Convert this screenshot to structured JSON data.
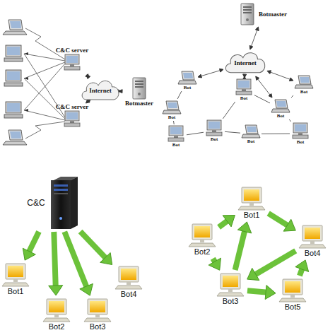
{
  "diagram": {
    "nodes": [
      {
        "text": [
          "C&C server"
        ]
      },
      {
        "text": [
          "C&C server"
        ]
      },
      {
        "text": [
          "Internet"
        ]
      },
      {
        "text": [
          "Botmaster"
        ]
      },
      {
        "text": [
          "Botmaster"
        ]
      },
      {
        "text": [
          "Internet"
        ]
      },
      {
        "text": [
          "Bot"
        ]
      },
      {
        "text": [
          "Bot"
        ]
      },
      {
        "text": [
          "Bot"
        ]
      },
      {
        "text": [
          "Bot"
        ]
      },
      {
        "text": [
          "Bot"
        ]
      },
      {
        "text": [
          "Bot"
        ]
      },
      {
        "text": [
          "Bot"
        ]
      },
      {
        "text": [
          "Bot"
        ]
      },
      {
        "text": [
          "Bot"
        ]
      },
      {
        "text": [
          "C&C"
        ]
      },
      {
        "text": [
          "Bot1"
        ]
      },
      {
        "text": [
          "Bot2"
        ]
      },
      {
        "text": [
          "Bot3"
        ]
      },
      {
        "text": [
          "Bot4"
        ]
      },
      {
        "text": [
          "Bot1"
        ]
      },
      {
        "text": [
          "Bot2"
        ]
      },
      {
        "text": [
          "Bot3"
        ]
      },
      {
        "text": [
          "Bot4"
        ]
      },
      {
        "text": [
          "Bot5"
        ]
      }
    ],
    "edges": [
      {
        "from": 0,
        "to": 2,
        "arrow": "both"
      },
      {
        "from": 1,
        "to": 2,
        "arrow": "both"
      },
      {
        "from": 2,
        "to": 3,
        "arrow": "both"
      },
      {
        "from": 4,
        "to": 5,
        "arrow": "both"
      },
      {
        "from": 5,
        "to": 6,
        "arrow": "both"
      },
      {
        "from": 5,
        "to": 7,
        "arrow": "both"
      },
      {
        "from": 5,
        "to": 8,
        "arrow": "both"
      },
      {
        "from": 5,
        "to": 10,
        "arrow": "both"
      },
      {
        "from": 6,
        "to": 9,
        "arrow": "none"
      },
      {
        "from": 9,
        "to": 11,
        "arrow": "none"
      },
      {
        "from": 11,
        "to": 12,
        "arrow": "none"
      },
      {
        "from": 12,
        "to": 13,
        "arrow": "none"
      },
      {
        "from": 13,
        "to": 14,
        "arrow": "none"
      },
      {
        "from": 14,
        "to": 10,
        "arrow": "none"
      },
      {
        "from": 10,
        "to": 8,
        "arrow": "none"
      },
      {
        "from": 7,
        "to": 12,
        "arrow": "none"
      },
      {
        "from": 7,
        "to": 10,
        "arrow": "none"
      },
      {
        "from": 15,
        "to": 16,
        "arrow": "to"
      },
      {
        "from": 15,
        "to": 17,
        "arrow": "to"
      },
      {
        "from": 15,
        "to": 18,
        "arrow": "to"
      },
      {
        "from": 15,
        "to": 19,
        "arrow": "to"
      },
      {
        "from": 21,
        "to": 20,
        "arrow": "to"
      },
      {
        "from": 22,
        "to": 20,
        "arrow": "to"
      },
      {
        "from": 20,
        "to": 23,
        "arrow": "to"
      },
      {
        "from": 21,
        "to": 22,
        "arrow": "to"
      },
      {
        "from": 23,
        "to": 22,
        "arrow": "to"
      },
      {
        "from": 22,
        "to": 24,
        "arrow": "to"
      },
      {
        "from": 24,
        "to": 23,
        "arrow": "to"
      }
    ]
  }
}
